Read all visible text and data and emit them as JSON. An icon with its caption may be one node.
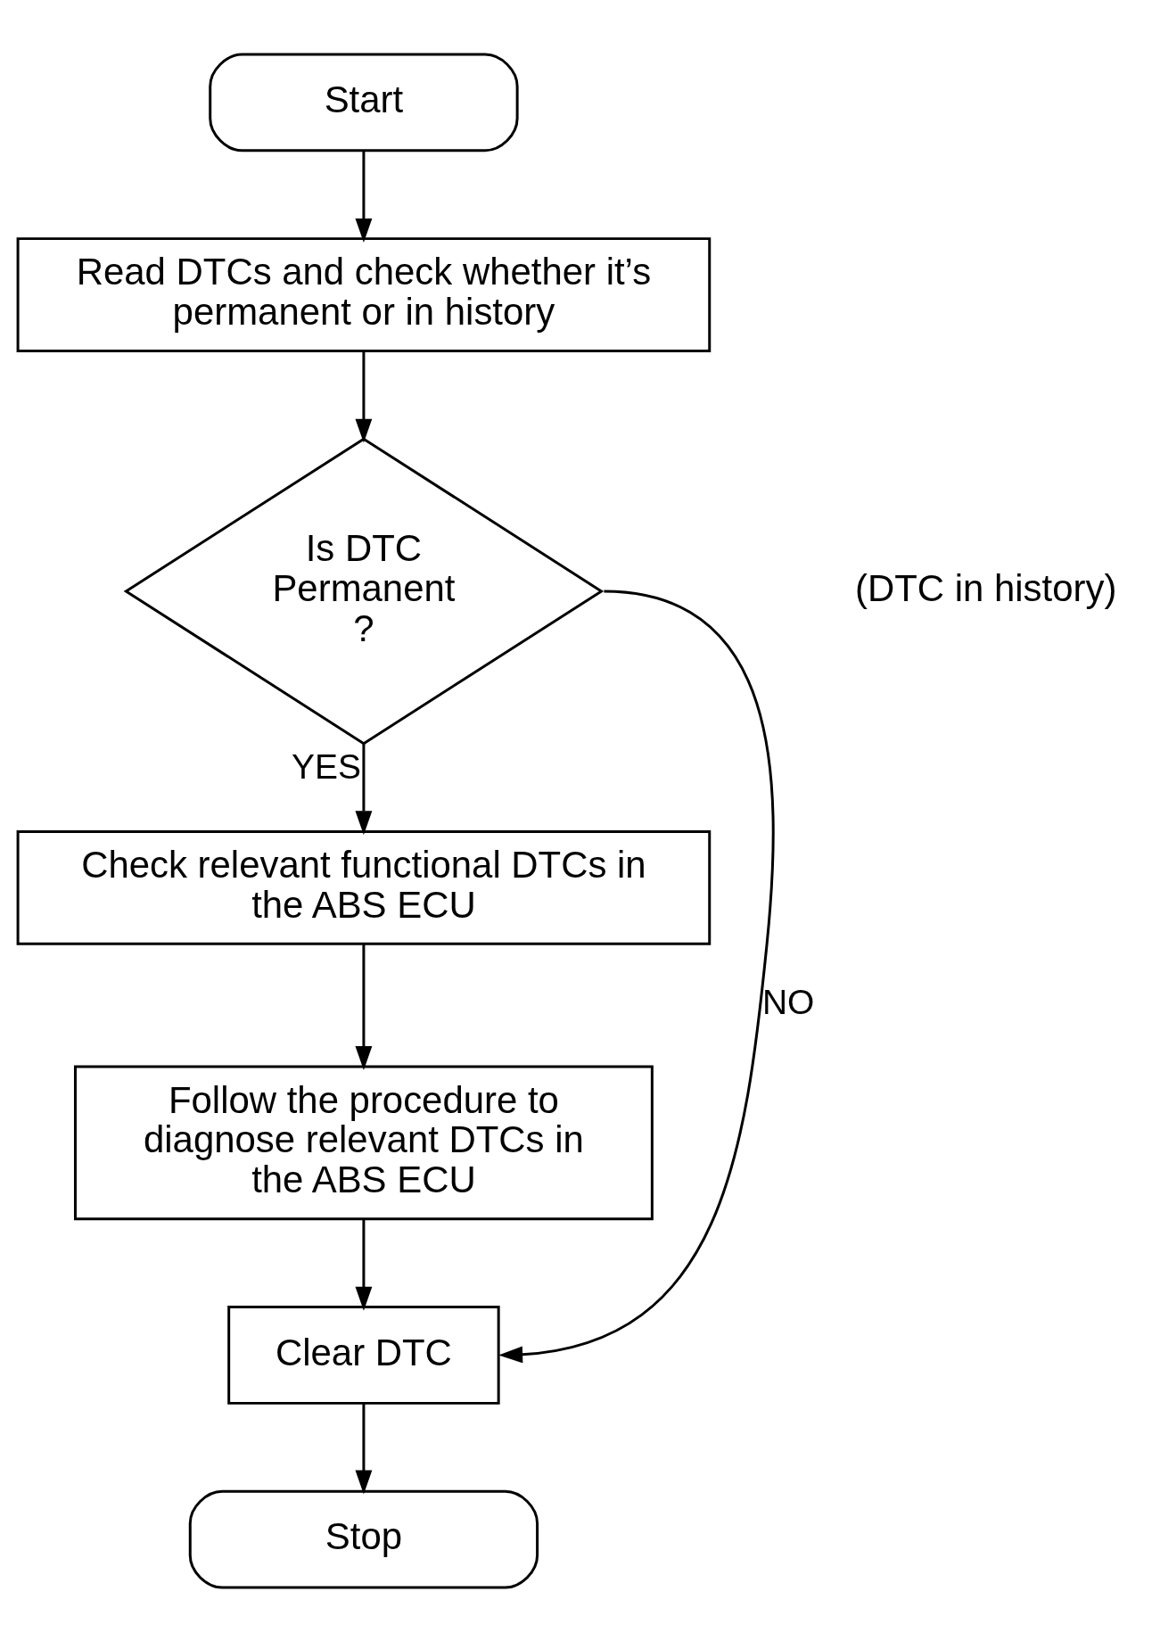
{
  "diagram": {
    "nodes": [
      {
        "text": [
          "Start"
        ]
      },
      {
        "text": [
          "Read DTCs and check whether it’s permanent or in history"
        ]
      },
      {
        "text": [
          "Is DTC Permanent ?"
        ]
      },
      {
        "text": [
          "Check relevant functional DTCs in the ABS ECU"
        ]
      },
      {
        "text": [
          "Follow the procedure to diagnose relevant DTCs in the ABS ECU"
        ]
      },
      {
        "text": [
          "Clear DTC"
        ]
      },
      {
        "text": [
          "Stop"
        ]
      }
    ],
    "edges": [
      {
        "from": 0,
        "to": 1,
        "arrow": "to"
      },
      {
        "from": 1,
        "to": 2,
        "arrow": "to"
      },
      {
        "from": 2,
        "to": 3,
        "arrow": "to",
        "label": "YES"
      },
      {
        "from": 3,
        "to": 4,
        "arrow": "to"
      },
      {
        "from": 4,
        "to": 5,
        "arrow": "to"
      },
      {
        "from": 2,
        "to": 5,
        "arrow": "to",
        "label": "NO"
      },
      {
        "from": 5,
        "to": 6,
        "arrow": "to"
      }
    ],
    "labels": [
      "(DTC in history)"
    ]
  }
}
